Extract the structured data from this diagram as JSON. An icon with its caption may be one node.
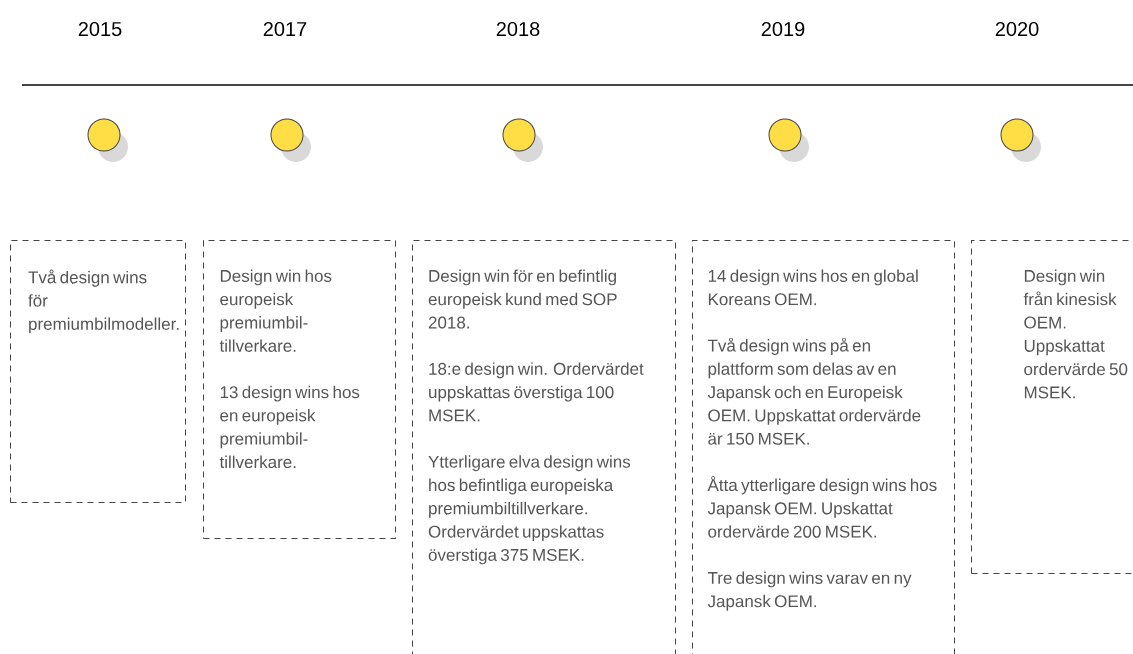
{
  "diagram": {
    "nodes": [
      {
        "text": [
          "Två design wins för premiumbilmodeller."
        ]
      },
      {
        "text": [
          "Design win hos europeisk premiumbil-tillverkare.",
          "13 design wins hos en europeisk premiumbil-tillverkare."
        ]
      },
      {
        "text": [
          "Design win för en befintlig europeisk kund med SOP 2018.",
          "18:e design win. Ordervärdet uppskattas överstiga 100 MSEK.",
          "Ytterligare elva design wins hos befintliga europeiska premiumbiltillverkare. Ordervärdet uppskattas överstiga 375 MSEK."
        ]
      },
      {
        "text": [
          "14 design wins hos en global Koreans OEM.",
          "Två design wins på en plattform som delas av en Japansk och en Europeisk OEM. Uppskattat ordervärde är 150 MSEK.",
          "Åtta ytterligare design wins hos Japansk OEM. Upskattat ordervärde 200 MSEK.",
          "Tre design wins varav en ny Japansk OEM."
        ]
      },
      {
        "text": [
          "Design win från kinesisk OEM. Uppskattat ordervärde 50 MSEK."
        ]
      }
    ],
    "labels": [
      "2015",
      "2017",
      "2018",
      "2019",
      "2020"
    ]
  }
}
